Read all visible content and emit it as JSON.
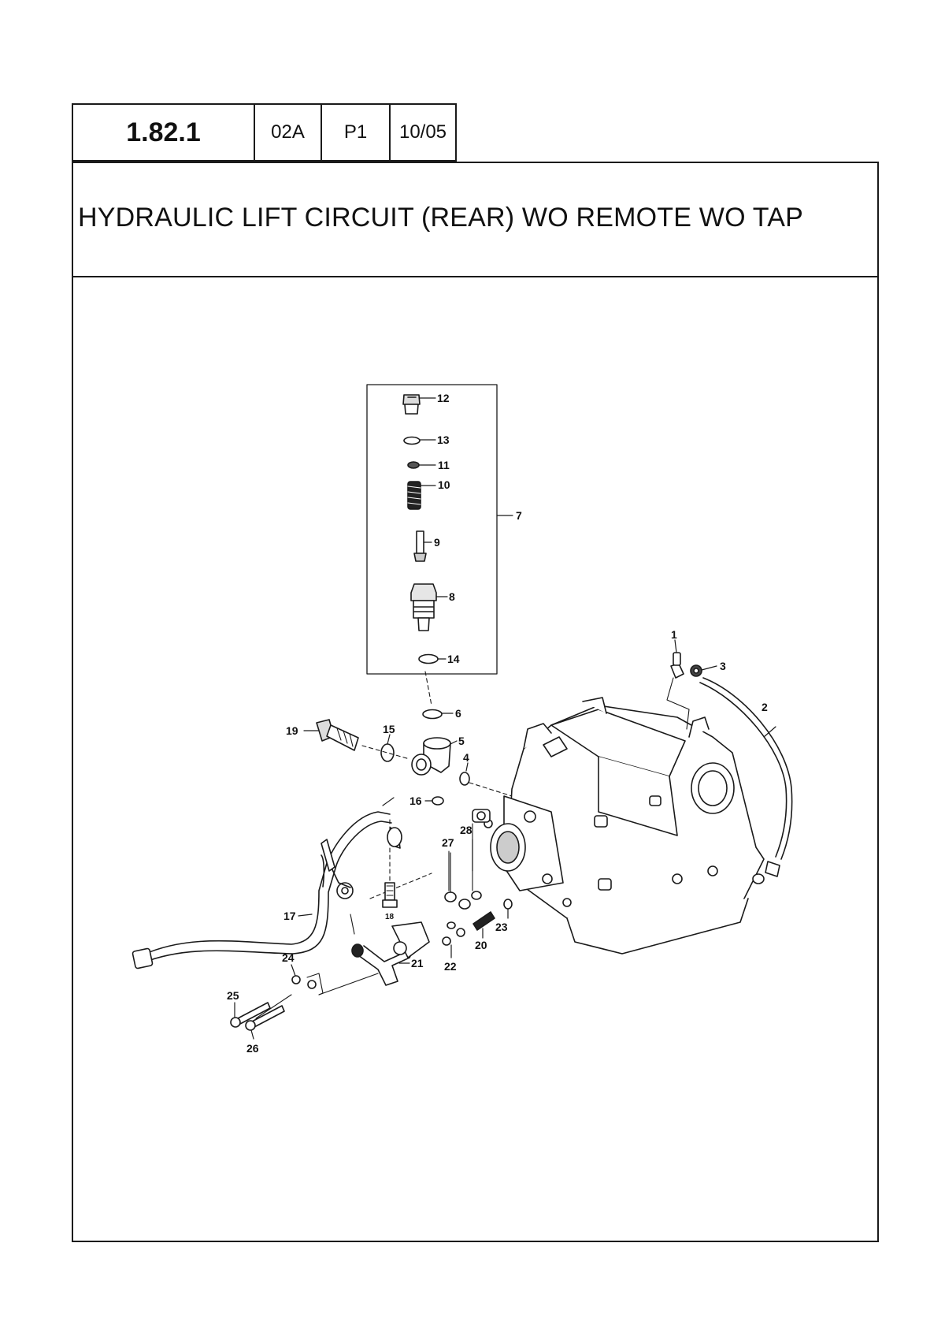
{
  "header": {
    "section_code": "1.82.1",
    "revision": "02A",
    "page": "P1",
    "date": "10/05"
  },
  "title": "HYDRAULIC LIFT CIRCUIT (REAR) WO REMOTE WO TAP",
  "callouts": [
    "1",
    "2",
    "3",
    "4",
    "5",
    "6",
    "7",
    "8",
    "9",
    "10",
    "11",
    "12",
    "13",
    "14",
    "15",
    "16",
    "17",
    "18",
    "19",
    "20",
    "21",
    "22",
    "23",
    "24",
    "25",
    "26",
    "27",
    "28"
  ]
}
